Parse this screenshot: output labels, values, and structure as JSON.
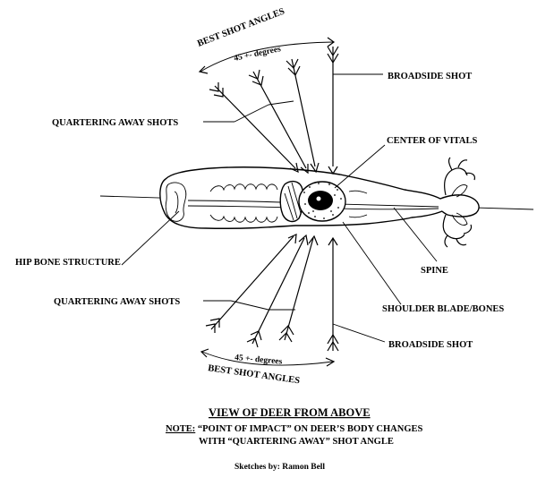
{
  "labels": {
    "best_shot_top": "BEST  SHOT  ANGLES",
    "degrees_top": "45 +- degrees",
    "broadside_top": "BROADSIDE SHOT",
    "quartering_top": "QUARTERING AWAY SHOTS",
    "center_vitals": "CENTER OF VITALS",
    "hip_bone": "HIP BONE STRUCTURE",
    "spine": "SPINE",
    "quartering_bottom": "QUARTERING AWAY SHOTS",
    "shoulder_blade": "SHOULDER BLADE/BONES",
    "broadside_bottom": "BROADSIDE SHOT",
    "degrees_bottom": "45 +- degrees",
    "best_shot_bottom": "BEST  SHOT  ANGLES"
  },
  "caption": {
    "title": "VIEW OF DEER FROM ABOVE",
    "note_prefix": "NOTE:",
    "note_line1": " “POINT OF IMPACT” ON DEER’S BODY CHANGES",
    "note_line2": "WITH  “QUARTERING AWAY” SHOT ANGLE",
    "credit": "Sketches by: Ramon Bell"
  }
}
